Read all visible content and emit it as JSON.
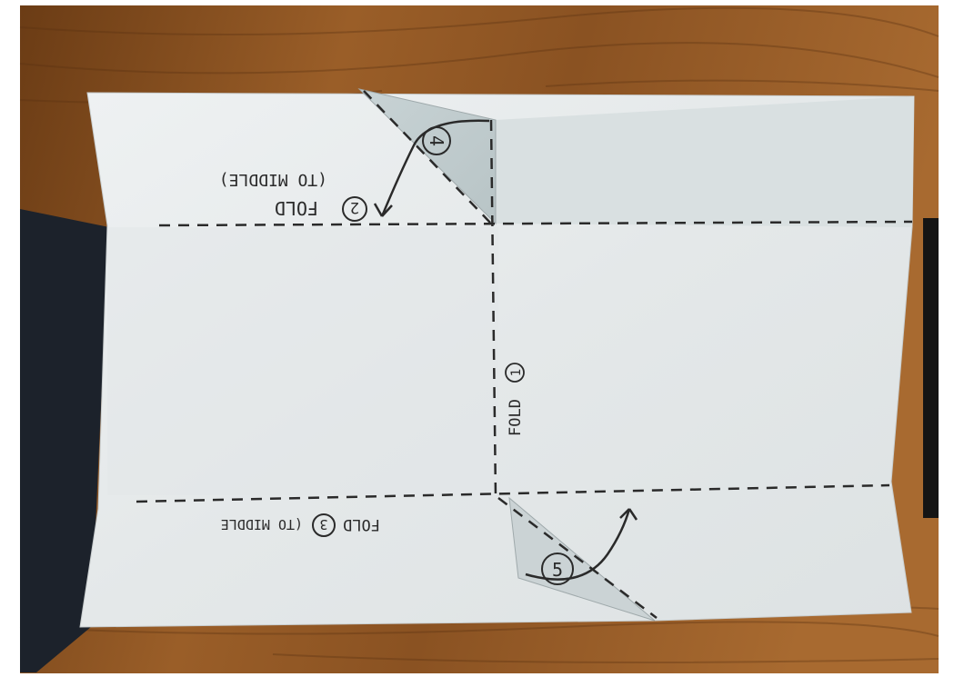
{
  "photo": {
    "subject": "folded-paper-on-wooden-table"
  },
  "annotations": {
    "fold1": "FOLD",
    "fold1_num": "1",
    "fold2": "FOLD",
    "fold2_num": "2",
    "fold2_note": "(TO MIDDLE)",
    "fold3": "FOLD",
    "fold3_num": "3",
    "fold3_note": "(TO MIDDLE",
    "step4_num": "4",
    "step5_num": "5"
  },
  "colors": {
    "wood_dark": "#5a3212",
    "wood_mid": "#8a5424",
    "wood_light": "#a8692e",
    "paper": "#e9ecee",
    "paper_shade": "#c9d2d4",
    "cloth": "#1c222b",
    "ink": "#2a2a2a"
  }
}
